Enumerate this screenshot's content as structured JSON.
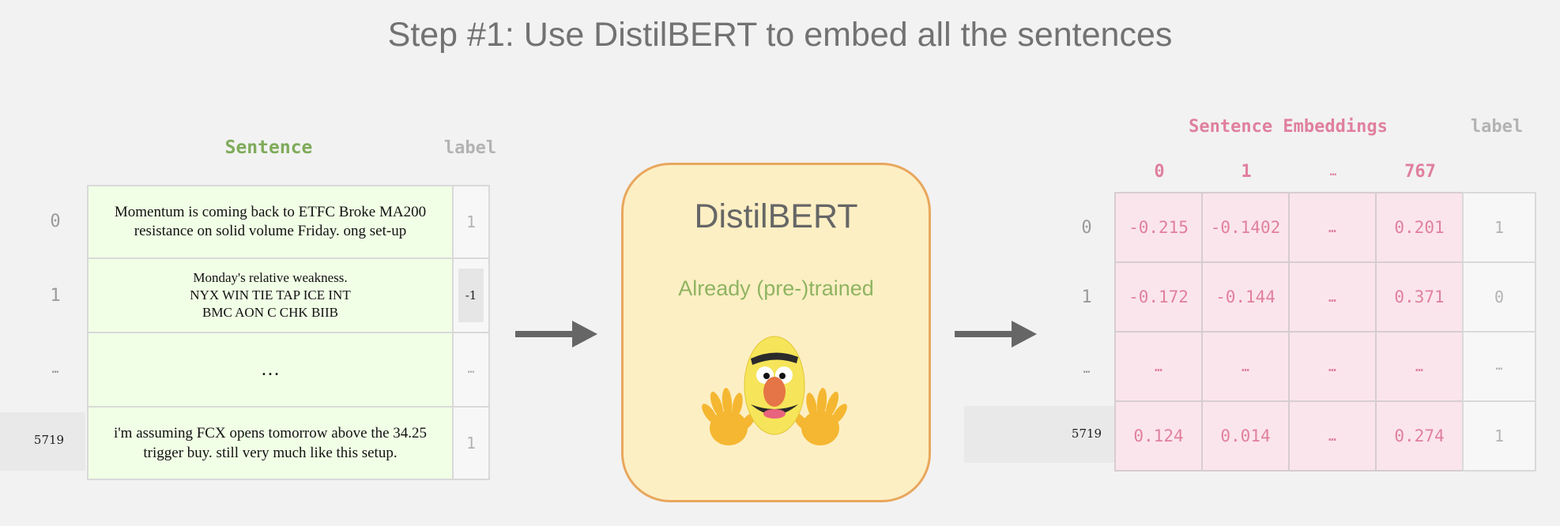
{
  "title": "Step #1: Use DistilBERT to embed all the sentences",
  "input_table": {
    "sentence_header": "Sentence",
    "label_header": "label",
    "rows": [
      {
        "index": "0",
        "sentence": "Momentum is coming back to ETFC Broke MA200 resistance on solid volume Friday. ong set-up",
        "label": "1"
      },
      {
        "index": "1",
        "sentence": "Monday's relative weakness. NYX WIN TIE TAP ICE INT BMC AON C CHK BIIB",
        "label": "-1"
      },
      {
        "index": "…",
        "sentence": "…",
        "label": "…"
      },
      {
        "index": "5719",
        "sentence": "i'm assuming FCX opens tomorrow above the 34.25 trigger buy. still very much like this setup.",
        "label": "1"
      }
    ]
  },
  "model": {
    "name": "DistilBERT",
    "subtitle": "Already (pre-)trained",
    "mascot": "bert-muppet-waving"
  },
  "arrows": [
    "right-arrow-icon",
    "right-arrow-icon"
  ],
  "output_table": {
    "header": "Sentence Embeddings",
    "label_header": "label",
    "columns": [
      "0",
      "1",
      "…",
      "767"
    ],
    "rows": [
      {
        "index": "0",
        "values": [
          "-0.215",
          "-0.1402",
          "…",
          "0.201"
        ],
        "label": "1"
      },
      {
        "index": "1",
        "values": [
          "-0.172",
          "-0.144",
          "…",
          "0.371"
        ],
        "label": "0"
      },
      {
        "index": "…",
        "values": [
          "…",
          "…",
          "…",
          "…"
        ],
        "label": "…"
      },
      {
        "index": "5719",
        "values": [
          "0.124",
          "0.014",
          "…",
          "0.274"
        ],
        "label": "1"
      }
    ]
  },
  "colors": {
    "sentence_header": "#7fab5a",
    "embedding_header": "#e0809e",
    "model_fill": "#fdefc4",
    "model_border": "#e8a75d",
    "sentence_cell": "#f1ffe6",
    "embedding_cell": "#fbe5ec"
  }
}
